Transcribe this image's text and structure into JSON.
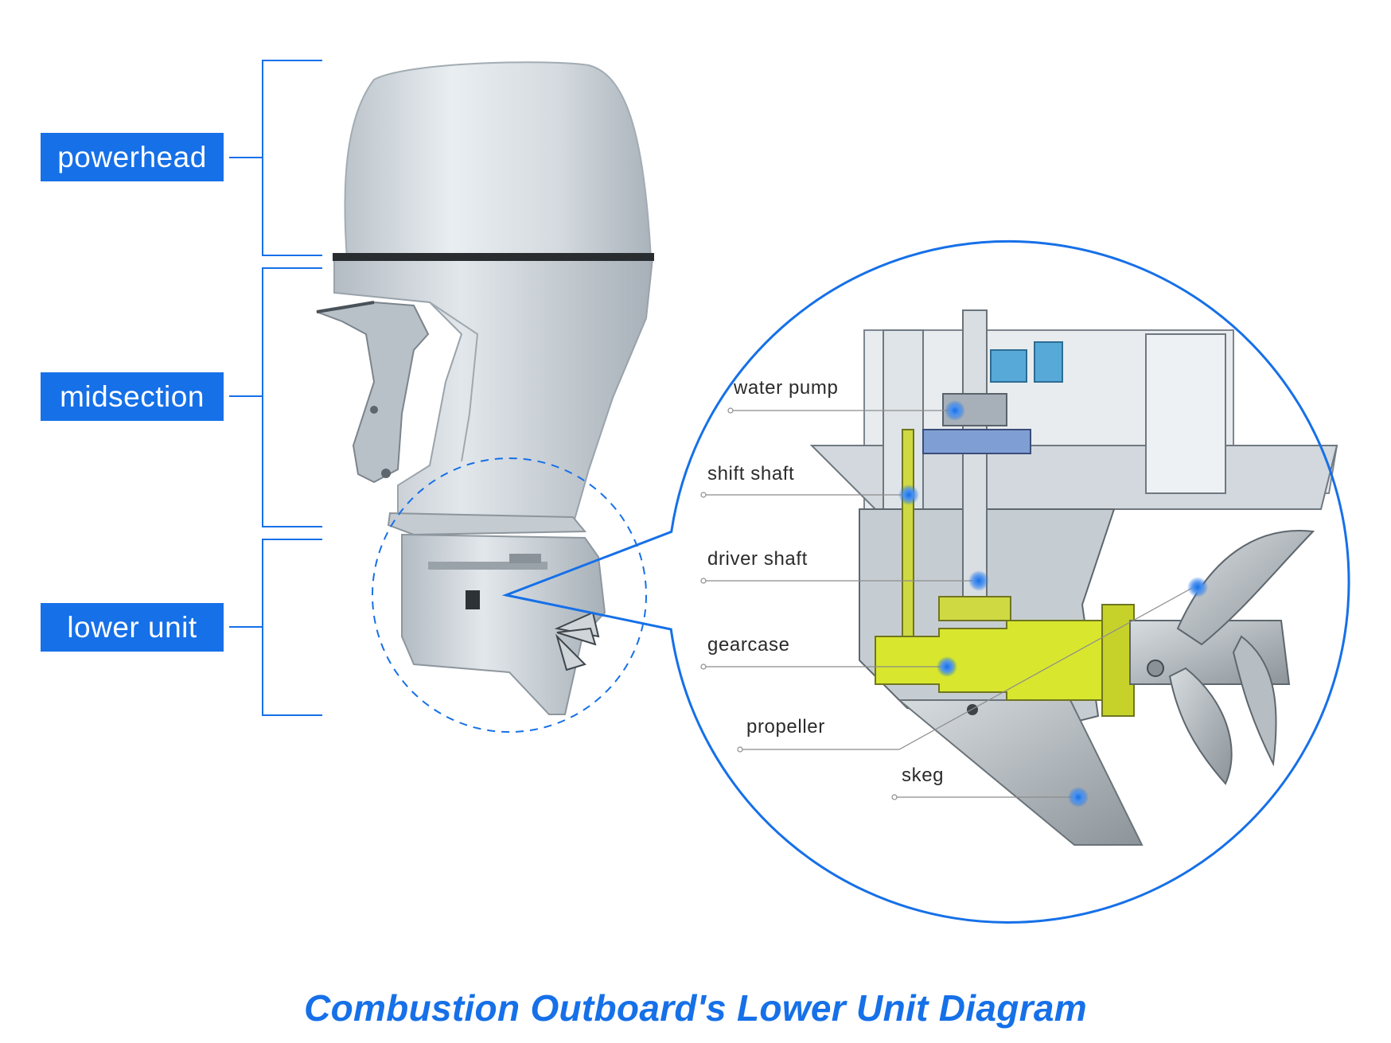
{
  "title": "Combustion Outboard's Lower Unit Diagram",
  "sections": [
    {
      "label": "powerhead"
    },
    {
      "label": "midsection"
    },
    {
      "label": "lower unit"
    }
  ],
  "parts": [
    {
      "label": "water pump"
    },
    {
      "label": "shift shaft"
    },
    {
      "label": "driver shaft"
    },
    {
      "label": "gearcase"
    },
    {
      "label": "propeller"
    },
    {
      "label": "skeg"
    }
  ],
  "colors": {
    "accent": "#1670e8",
    "gear_highlight": "#d8e62e",
    "housing": "#c9d0d6"
  },
  "icons": [
    "outboard-motor-illustration",
    "lower-unit-cutaway-illustration"
  ]
}
